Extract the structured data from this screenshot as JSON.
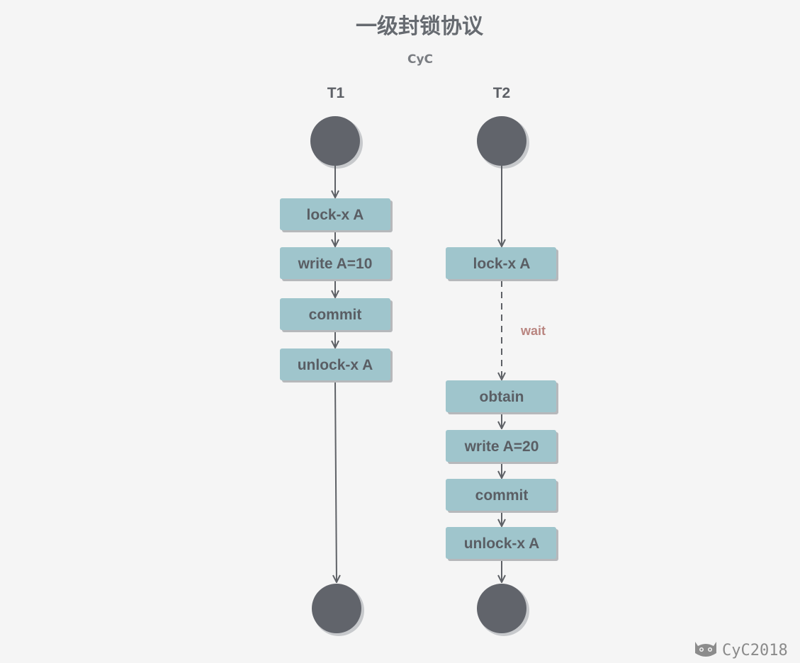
{
  "title": "一级封锁协议",
  "subtitle": "CyC",
  "lanes": [
    {
      "label": "T1",
      "steps": [
        "lock-x A",
        "write A=10",
        "commit",
        "unlock-x A"
      ]
    },
    {
      "label": "T2",
      "steps": [
        "lock-x A",
        "obtain",
        "write A=20",
        "commit",
        "unlock-x A"
      ]
    }
  ],
  "wait_label": "wait",
  "watermark": "CyC2018",
  "colors": {
    "background": "#f5f5f5",
    "node_fill": "#9fc5cc",
    "node_text": "#5a5e64",
    "circle_fill": "#61646b",
    "arrow": "#5e6166",
    "wait_text": "#b98580"
  }
}
